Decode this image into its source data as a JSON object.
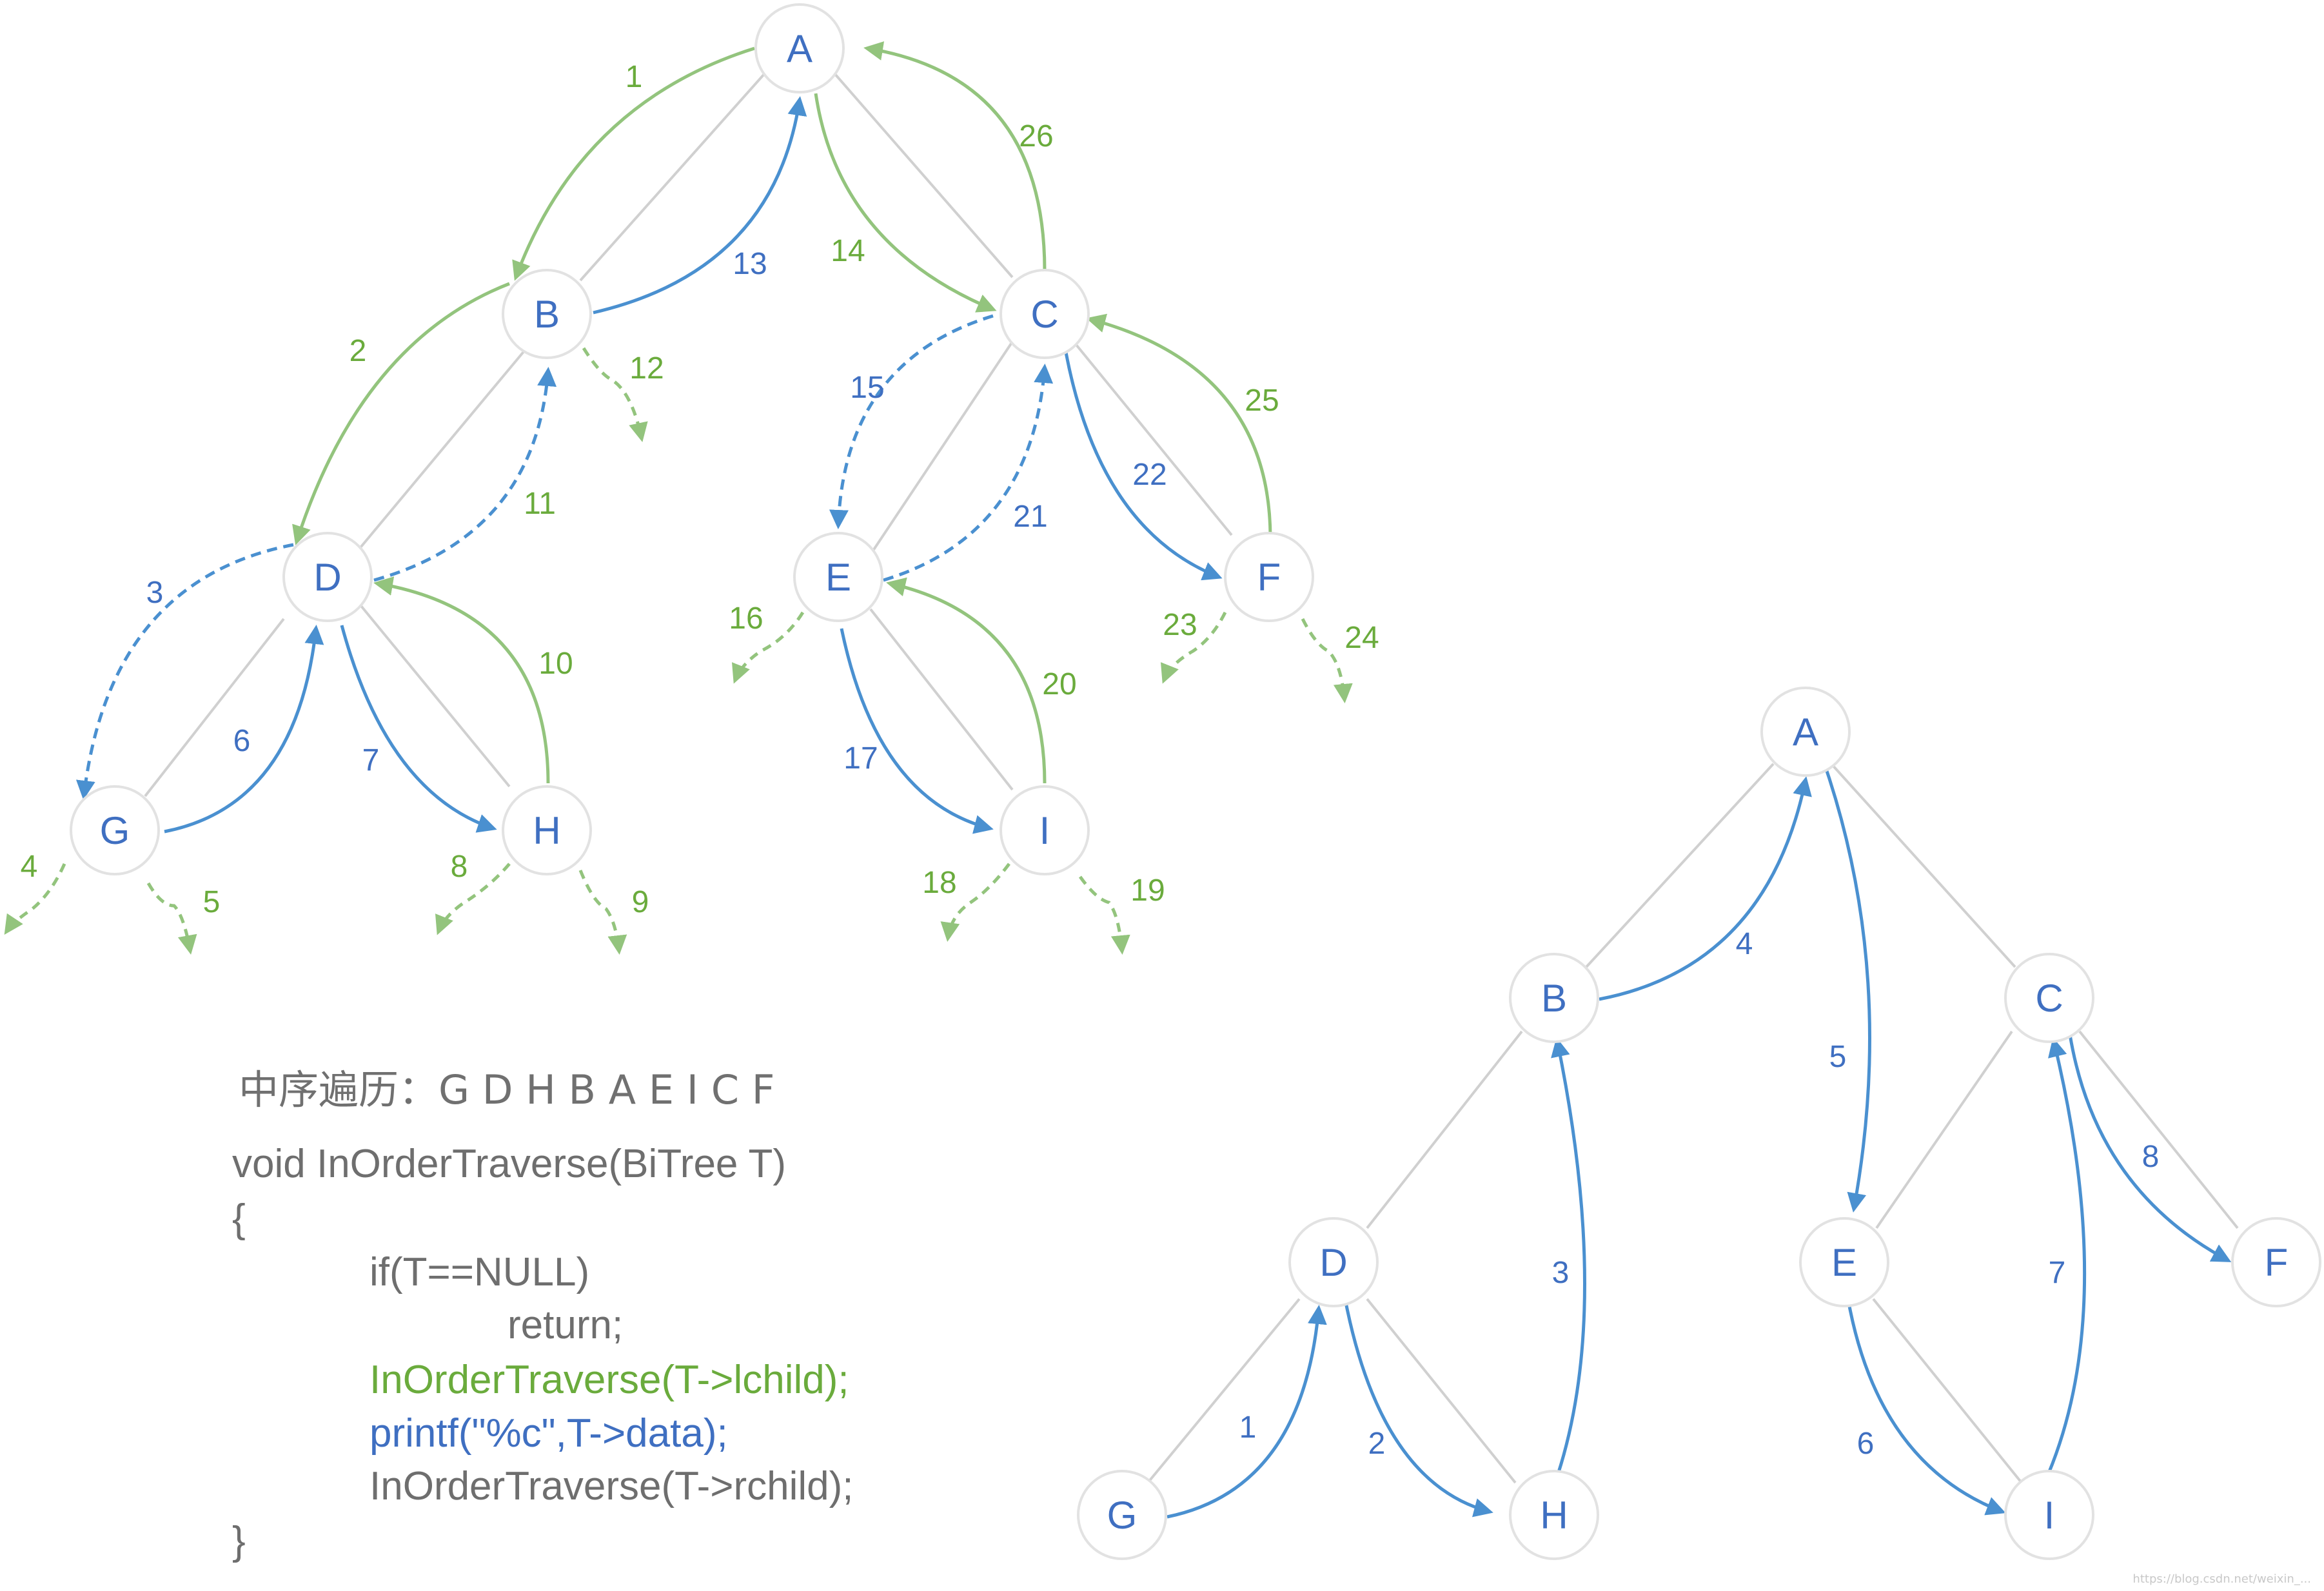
{
  "colors": {
    "node_stroke": "#e2e2e2",
    "node_text": "#3f6fc1",
    "edge": "#d0d0d0",
    "green": "#93c47d",
    "green_text": "#6aab3c",
    "blue": "#4a90d0",
    "blue_text": "#3f6fc1"
  },
  "left_tree": {
    "nodes": [
      "A",
      "B",
      "C",
      "D",
      "E",
      "F",
      "G",
      "H",
      "I"
    ],
    "step_labels": [
      "1",
      "2",
      "3",
      "4",
      "5",
      "6",
      "7",
      "8",
      "9",
      "10",
      "11",
      "12",
      "13",
      "14",
      "15",
      "16",
      "17",
      "18",
      "19",
      "20",
      "21",
      "22",
      "23",
      "24",
      "25",
      "26"
    ]
  },
  "right_tree": {
    "nodes": [
      "A",
      "B",
      "C",
      "D",
      "E",
      "F",
      "G",
      "H",
      "I"
    ],
    "step_labels": [
      "1",
      "2",
      "3",
      "4",
      "5",
      "6",
      "7",
      "8"
    ]
  },
  "code": {
    "title": "中序遍历：G D H B A E I C F",
    "line1": "void InOrderTraverse(BiTree T)",
    "line2": "{",
    "line3": "if(T==NULL)",
    "line4": "return;",
    "line5": "InOrderTraverse(T->lchild);",
    "line6": "printf(\"%c\",T->data);",
    "line7": "InOrderTraverse(T->rchild);",
    "line8": "}"
  },
  "watermark": "https://blog.csdn.net/weixin_..."
}
